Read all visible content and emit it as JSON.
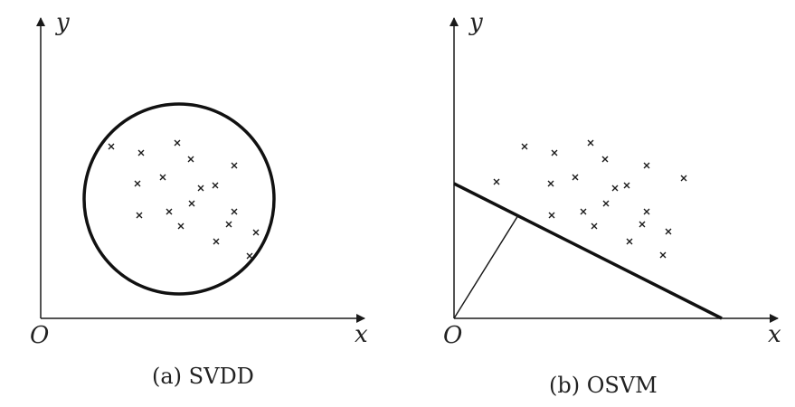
{
  "colors": {
    "ink": "#1a1a1a",
    "background": "#ffffff"
  },
  "panels": [
    {
      "caption": "(a) SVDD",
      "origin_label": "O",
      "x_label": "x",
      "y_label": "y",
      "boundary": "circle",
      "points": [
        [
          123,
          162
        ],
        [
          196,
          158
        ],
        [
          156,
          169
        ],
        [
          211,
          176
        ],
        [
          259,
          183
        ],
        [
          180,
          196
        ],
        [
          152,
          203
        ],
        [
          238,
          205
        ],
        [
          222,
          208
        ],
        [
          212,
          225
        ],
        [
          187,
          234
        ],
        [
          259,
          234
        ],
        [
          154,
          238
        ],
        [
          253,
          248
        ],
        [
          200,
          250
        ],
        [
          283,
          257
        ],
        [
          239,
          267
        ],
        [
          276,
          283
        ]
      ]
    },
    {
      "caption": "(b) OSVM",
      "origin_label": "O",
      "x_label": "x",
      "y_label": "y",
      "boundary": "hyperplane",
      "points": [
        [
          580,
          162
        ],
        [
          653,
          158
        ],
        [
          613,
          169
        ],
        [
          669,
          176
        ],
        [
          715,
          183
        ],
        [
          636,
          196
        ],
        [
          549,
          201
        ],
        [
          609,
          203
        ],
        [
          756,
          197
        ],
        [
          693,
          205
        ],
        [
          680,
          208
        ],
        [
          670,
          225
        ],
        [
          645,
          234
        ],
        [
          715,
          234
        ],
        [
          610,
          238
        ],
        [
          710,
          248
        ],
        [
          657,
          250
        ],
        [
          739,
          256
        ],
        [
          696,
          267
        ],
        [
          733,
          282
        ]
      ]
    }
  ]
}
